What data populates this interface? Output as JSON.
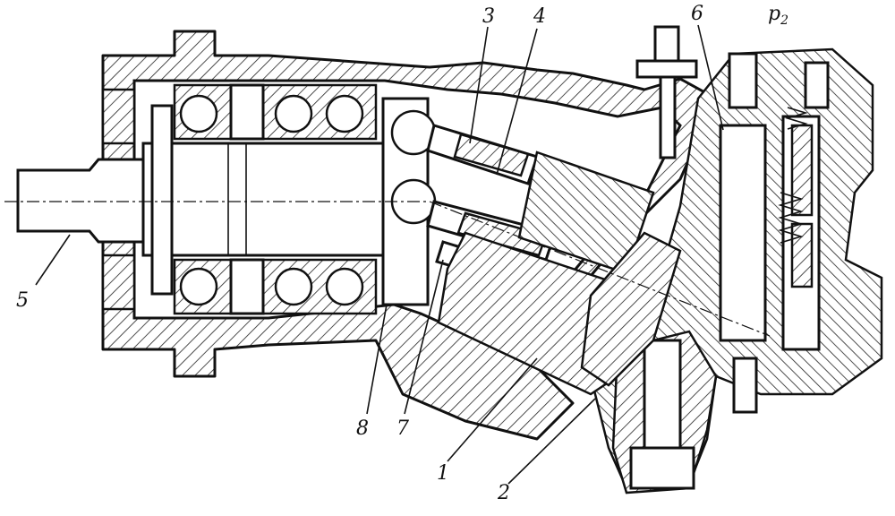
{
  "drawing": {
    "labels": {
      "l1": "1",
      "l2": "2",
      "l3": "3",
      "l4": "4",
      "l5": "5",
      "l6": "6",
      "l7": "7",
      "l8": "8",
      "p_main": "p",
      "p_sub": "2"
    }
  }
}
